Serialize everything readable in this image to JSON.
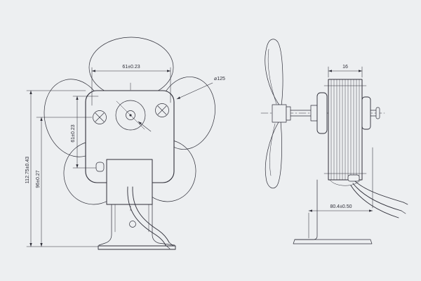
{
  "drawing": {
    "type": "engineering-orthographic-drawing",
    "subject": "shaded-pole fan motor with impeller, front and side views",
    "colors": {
      "background": "#edeff1",
      "ink": "#2e2e38"
    }
  },
  "front_view": {
    "dimensions": {
      "mount_width": "61±0.23",
      "fan_diameter": "⌀125",
      "mount_height": "61±0.23",
      "base_to_axis_height": "96±0.27",
      "overall_height": "112.75±0.43"
    }
  },
  "side_view": {
    "dimensions": {
      "stack_length": "16",
      "overall_depth": "80.4±0.50"
    }
  }
}
